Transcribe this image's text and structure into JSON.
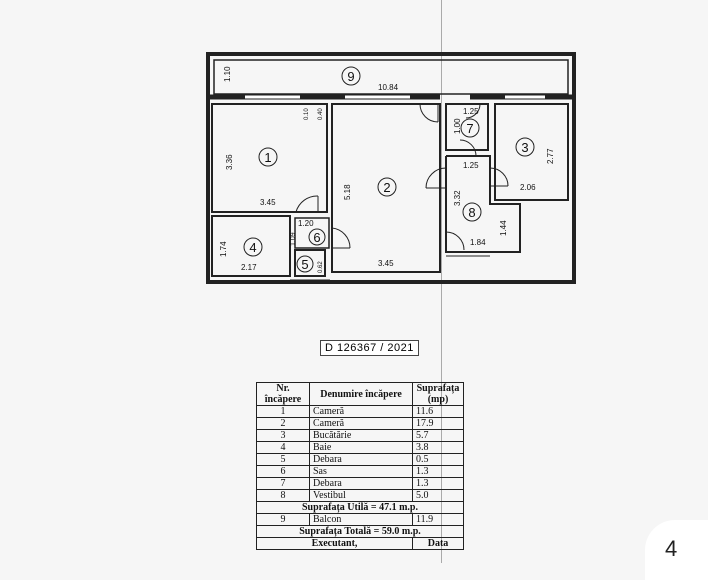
{
  "document_id": "D 126367 / 2021",
  "page_number": "4",
  "rooms": [
    {
      "num": "1"
    },
    {
      "num": "2"
    },
    {
      "num": "3"
    },
    {
      "num": "4"
    },
    {
      "num": "5"
    },
    {
      "num": "6"
    },
    {
      "num": "7"
    },
    {
      "num": "8"
    },
    {
      "num": "9"
    }
  ],
  "dimensions": {
    "balcony_height": "1.10",
    "balcony_length": "10.84",
    "wall_010": "0.10",
    "wall_040": "0.40",
    "r1_height": "3.36",
    "r1_width": "3.45",
    "r2_height": "5.18",
    "r2_width": "3.45",
    "r3_height": "2.77",
    "r3_width": "2.06",
    "r4_height": "1.74",
    "r4_width": "2.17",
    "r6_width": "1.20",
    "r6_height": "1.09",
    "r5_height": "0.62",
    "r7_height": "1.00",
    "r7_width": "1.25",
    "r7_lower": "1.25",
    "r8_height": "3.32",
    "r8_width": "1.84",
    "r8_side": "1.44"
  },
  "table": {
    "headers": [
      "Nr. încăpere",
      "Denumire încăpere",
      "Suprafața (mp)"
    ],
    "rows": [
      {
        "nr": "1",
        "name": "Cameră",
        "area": "11.6"
      },
      {
        "nr": "2",
        "name": "Cameră",
        "area": "17.9"
      },
      {
        "nr": "3",
        "name": "Bucătărie",
        "area": "5.7"
      },
      {
        "nr": "4",
        "name": "Baie",
        "area": "3.8"
      },
      {
        "nr": "5",
        "name": "Debara",
        "area": "0.5"
      },
      {
        "nr": "6",
        "name": "Sas",
        "area": "1.3"
      },
      {
        "nr": "7",
        "name": "Debara",
        "area": "1.3"
      },
      {
        "nr": "8",
        "name": "Vestibul",
        "area": "5.0"
      }
    ],
    "util_summary": "Suprafața Utilă = 47.1 m.p.",
    "balcony_row": {
      "nr": "9",
      "name": "Balcon",
      "area": "11.9"
    },
    "total_summary": "Suprafața Totală = 59.0 m.p.",
    "footer_left": "Executant,",
    "footer_right": "Data"
  }
}
